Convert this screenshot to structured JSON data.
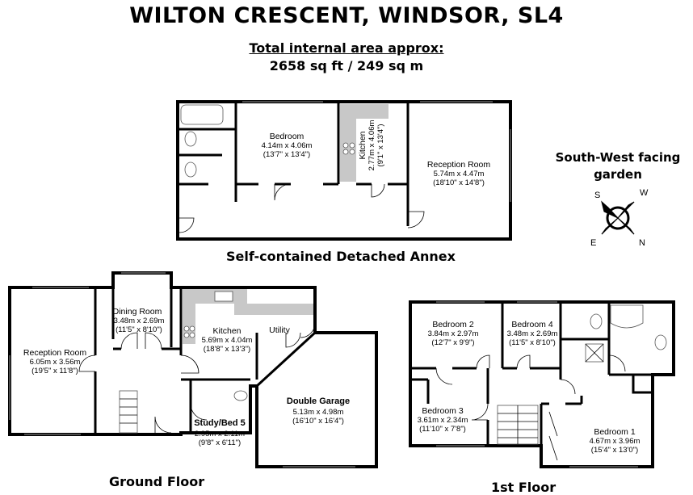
{
  "header": {
    "title": "WILTON CRESCENT, WINDSOR, SL4",
    "area_heading": "Total internal area approx:",
    "area_value": "2658 sq ft / 249 sq m"
  },
  "orientation": {
    "label_line1": "South-West facing",
    "label_line2": "garden",
    "compass": {
      "s": "S",
      "w": "W",
      "e": "E",
      "n": "N"
    }
  },
  "annex": {
    "label": "Self-contained Detached Annex",
    "rooms": [
      {
        "name": "Bedroom",
        "metric": "4.14m x 4.06m",
        "imperial": "(13'7\" x 13'4\")"
      },
      {
        "name": "Kitchen",
        "metric": "2.77m x 4.06m",
        "imperial": "(9'1\" x 13'4\")"
      },
      {
        "name": "Reception Room",
        "metric": "5.74m x 4.47m",
        "imperial": "(18'10\" x 14'8\")"
      }
    ]
  },
  "ground_floor": {
    "label": "Ground Floor",
    "rooms": [
      {
        "name": "Reception Room",
        "metric": "6.05m x 3.56m",
        "imperial": "(19'5\" x 11'8\")"
      },
      {
        "name": "Dining Room",
        "metric": "3.48m x 2.69m",
        "imperial": "(11'5\" x 8'10\")"
      },
      {
        "name": "Kitchen",
        "metric": "5.69m x 4.04m",
        "imperial": "(18'8\" x 13'3\")"
      },
      {
        "name": "Utility"
      },
      {
        "name": "Double Garage",
        "metric": "5.13m x 4.98m",
        "imperial": "(16'10\" x 16'4\")"
      },
      {
        "name": "Study/Bed 5",
        "metric": "2.95m x 2.11m",
        "imperial": "(9'8\" x 6'11\")"
      }
    ]
  },
  "first_floor": {
    "label": "1st Floor",
    "rooms": [
      {
        "name": "Bedroom 2",
        "metric": "3.84m x 2.97m",
        "imperial": "(12'7\" x 9'9\")"
      },
      {
        "name": "Bedroom 4",
        "metric": "3.48m x 2.69m",
        "imperial": "(11'5\" x 8'10\")"
      },
      {
        "name": "Bedroom 3",
        "metric": "3.61m x 2.34m",
        "imperial": "(11'10\" x 7'8\")"
      },
      {
        "name": "Bedroom 1",
        "metric": "4.67m x 3.96m",
        "imperial": "(15'4\" x 13'0\")"
      }
    ]
  }
}
